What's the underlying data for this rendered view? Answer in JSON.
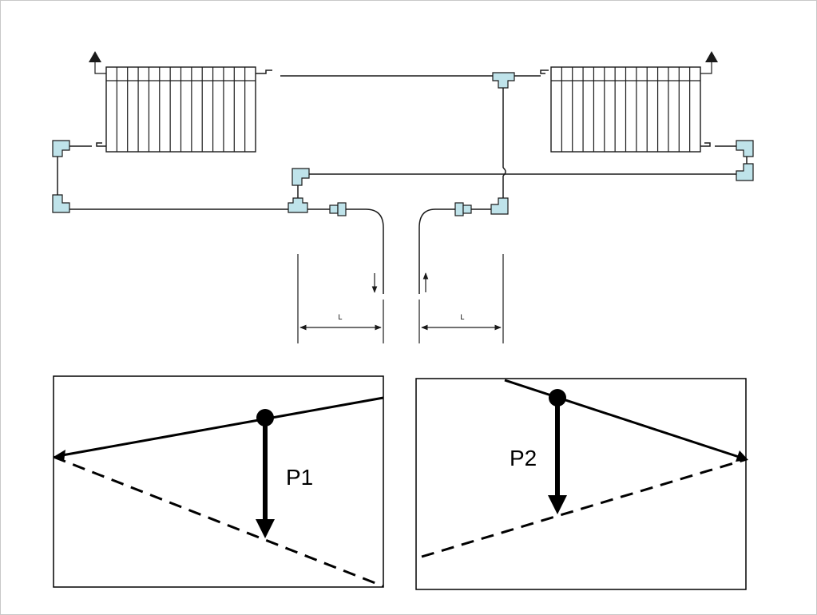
{
  "dimension_label_left": "L",
  "dimension_label_right": "L",
  "graph_left": {
    "label": "P1"
  },
  "graph_right": {
    "label": "P2"
  },
  "colors": {
    "fitting": "#bfe3ea",
    "line": "#1a1a1a"
  }
}
